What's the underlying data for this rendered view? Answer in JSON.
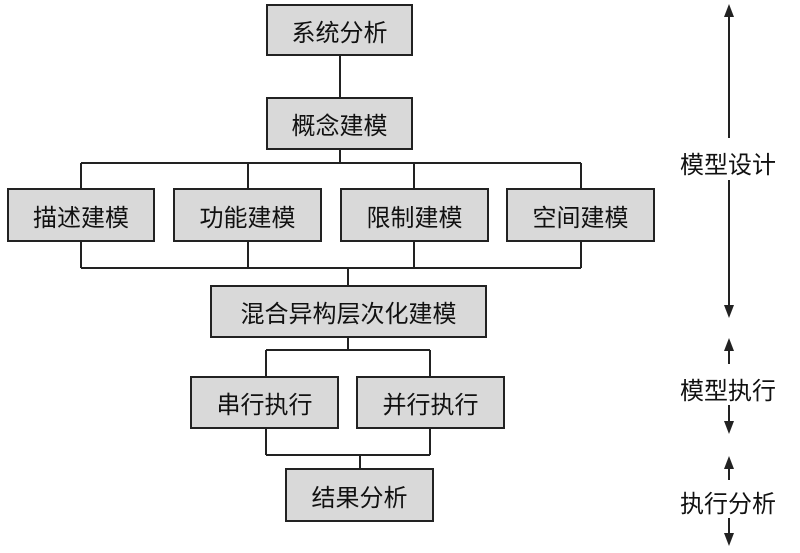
{
  "nodes": {
    "system_analysis": "系统分析",
    "concept_modeling": "概念建模",
    "descriptive_modeling": "描述建模",
    "functional_modeling": "功能建模",
    "constraint_modeling": "限制建模",
    "spatial_modeling": "空间建模",
    "hybrid_modeling": "混合异构层次化建模",
    "serial_execution": "串行执行",
    "parallel_execution": "并行执行",
    "result_analysis": "结果分析"
  },
  "phases": {
    "model_design": "模型设计",
    "model_execution": "模型执行",
    "execution_analysis": "执行分析"
  }
}
